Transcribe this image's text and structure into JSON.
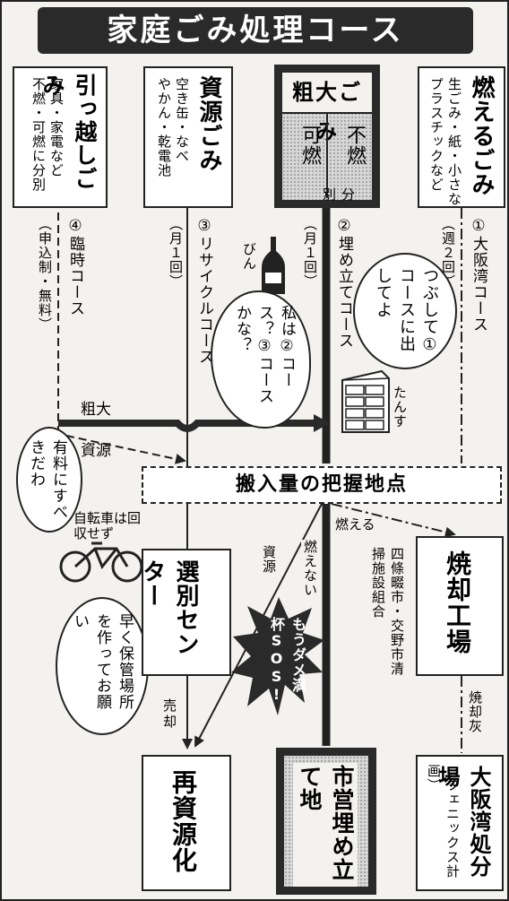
{
  "title": "家庭ごみ処理コース",
  "categories": {
    "hikkoshi": {
      "name": "引っ越しごみ",
      "desc1": "家具・家電など",
      "desc2": "不燃・可燃に分別"
    },
    "shigen": {
      "name": "資源ごみ",
      "desc1": "空き缶・なべ",
      "desc2": "やかん・乾電池"
    },
    "sodai": {
      "name": "粗大ごみ",
      "kanen": "可燃",
      "funen": "不燃",
      "bunbetsu": "分別"
    },
    "moeru": {
      "name": "燃えるごみ",
      "desc1": "生ごみ・紙・小さな",
      "desc2": "プラスチックなど"
    }
  },
  "courses": {
    "c4": {
      "name": "④臨時コース",
      "freq": "（申込制・無料）"
    },
    "c3": {
      "name": "③リサイクルコース",
      "freq": "（月１回）"
    },
    "c2": {
      "name": "②埋め立てコース",
      "freq": "（月１回）"
    },
    "c1": {
      "name": "①大阪湾コース",
      "freq": "（週２回）"
    }
  },
  "bubbles": {
    "bin_question": "私は②コース？③コースかな？",
    "tansu_speech": "つぶして①コースに出してよ",
    "yuryou": "有料にすべきだわ",
    "hokan": "早く保管場所を作ってお願い",
    "sos": "もうダメ満杯SOS!"
  },
  "labels": {
    "bin": "びん",
    "tansu": "たんす",
    "sodai_arrow": "粗大",
    "shigen_arrow": "資源",
    "shigen_arrow2": "資源",
    "moenai": "燃えない",
    "moeru_arrow": "燃える",
    "bicycle": "自転車は回収せず",
    "kumiai": "四條畷市・交野市清掃施設組合",
    "baikyaku": "売却",
    "shoukyakubai": "焼却灰"
  },
  "hub": {
    "name": "搬入量の把握地点"
  },
  "facilities": {
    "senbetsu": "選別センター",
    "shoukyaku": "焼却工場",
    "saishigen": "再資源化",
    "umetate": "市営埋め立て地",
    "osakawan": "大阪湾処分場",
    "phoenix": "（フェニックス計画）"
  }
}
